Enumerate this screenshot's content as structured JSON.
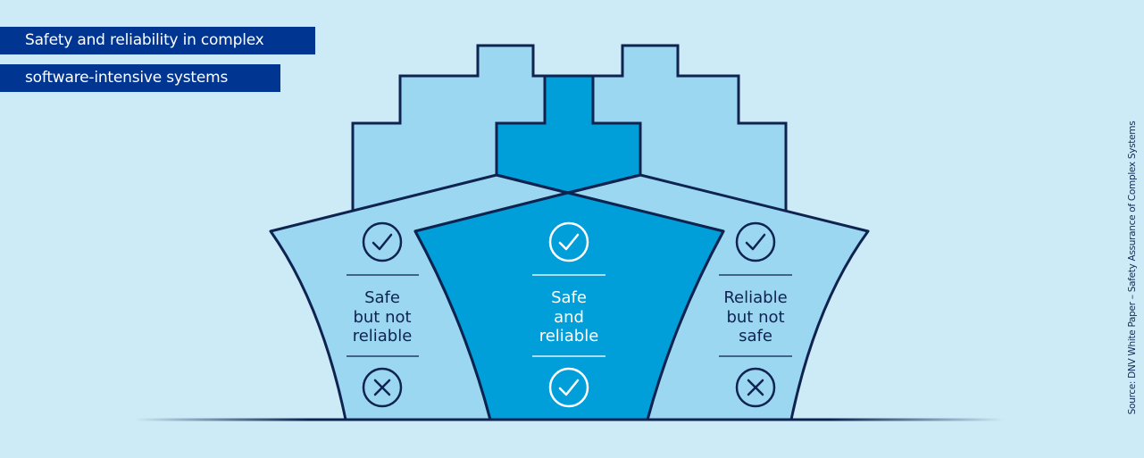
{
  "title": {
    "line1": "Safety and reliability in complex",
    "line2": "software-intensive systems"
  },
  "source": "Source: DNV White Paper – Safety Assurance of Complex Systems",
  "colors": {
    "background": "#cdebf7",
    "title_bar": "#003591",
    "light_ship": "#9bd7f0",
    "dark_ship": "#009fda",
    "outline": "#0f2350"
  },
  "ships": [
    {
      "id": "left",
      "label_lines": [
        "Safe",
        "but not",
        "reliable"
      ],
      "top_icon": "check-circle-icon",
      "bottom_icon": "x-circle-icon",
      "safe": true,
      "reliable": false
    },
    {
      "id": "center",
      "label_lines": [
        "Safe",
        "and",
        "reliable"
      ],
      "top_icon": "check-circle-icon",
      "bottom_icon": "check-circle-icon",
      "safe": true,
      "reliable": true
    },
    {
      "id": "right",
      "label_lines": [
        "Reliable",
        "but not",
        "safe"
      ],
      "top_icon": "check-circle-icon",
      "bottom_icon": "x-circle-icon",
      "safe": false,
      "reliable": true
    }
  ]
}
